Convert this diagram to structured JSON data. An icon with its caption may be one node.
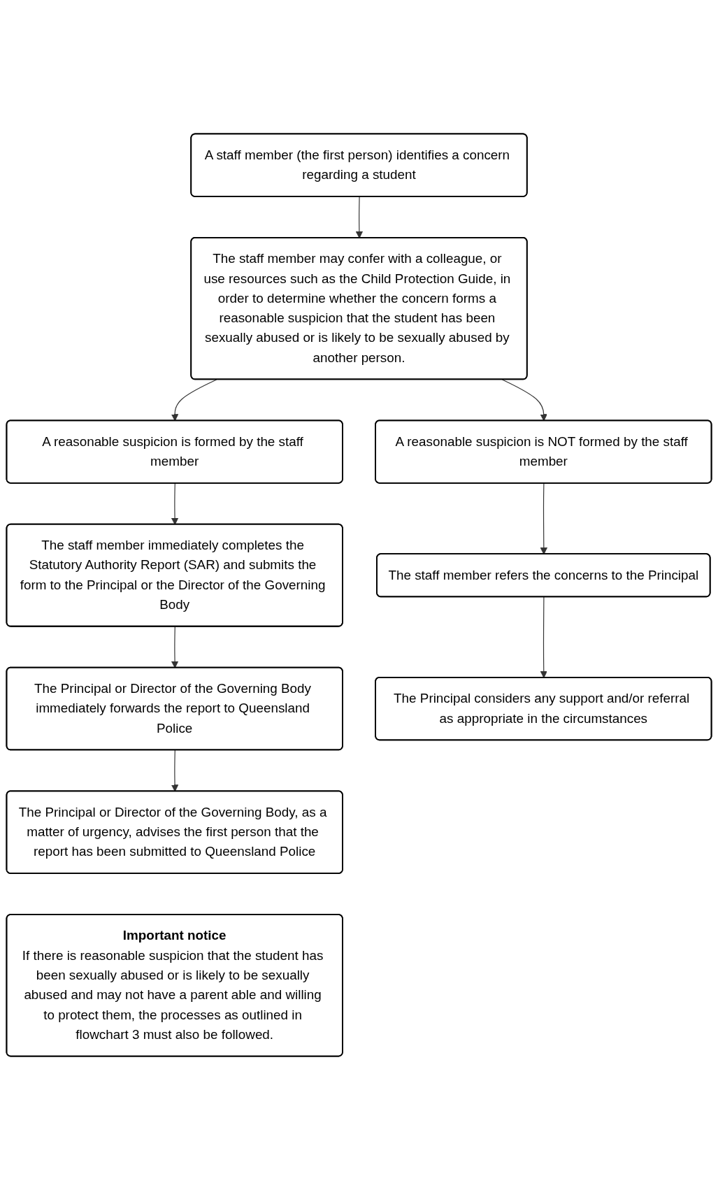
{
  "diagram": {
    "nodes": [
      {
        "text": [
          "A staff member (the first person) identifies a concern regarding a student"
        ]
      },
      {
        "text": [
          "The staff member may confer with a colleague, or use resources such as the Child Protection Guide, in order to determine whether the concern forms a reasonable suspicion that the student has been sexually abused or is likely to be sexually abused by another person."
        ]
      },
      {
        "text": [
          "A reasonable suspicion is formed by the staff member"
        ]
      },
      {
        "text": [
          "A reasonable suspicion is NOT formed by the staff member"
        ]
      },
      {
        "text": [
          "The staff member immediately completes the Statutory Authority Report (SAR) and submits the form to the Principal or the Director of the Governing Body"
        ]
      },
      {
        "text": [
          "The staff member refers the concerns to the Principal"
        ]
      },
      {
        "text": [
          "The Principal or Director of the Governing Body immediately forwards the report to Queensland Police"
        ]
      },
      {
        "text": [
          "The Principal considers any support and/or referral as appropriate in the circumstances"
        ]
      },
      {
        "text": [
          "The Principal or Director of the Governing Body, as a matter of urgency, advises the first person that the report has been submitted to Queensland Police"
        ]
      },
      {
        "text": [
          "Important notice",
          "If there is reasonable suspicion that the student has been sexually abused or is likely to be sexually abused and may not have a parent able and willing to protect them, the processes as outlined in flowchart 3 must also be followed."
        ]
      }
    ],
    "edges": [
      {
        "from": 0,
        "to": 1,
        "arrow": "to"
      },
      {
        "from": 1,
        "to": 2,
        "arrow": "to"
      },
      {
        "from": 1,
        "to": 3,
        "arrow": "to"
      },
      {
        "from": 2,
        "to": 4,
        "arrow": "to"
      },
      {
        "from": 3,
        "to": 5,
        "arrow": "to"
      },
      {
        "from": 4,
        "to": 6,
        "arrow": "to"
      },
      {
        "from": 5,
        "to": 7,
        "arrow": "to"
      },
      {
        "from": 6,
        "to": 8,
        "arrow": "to"
      }
    ]
  }
}
